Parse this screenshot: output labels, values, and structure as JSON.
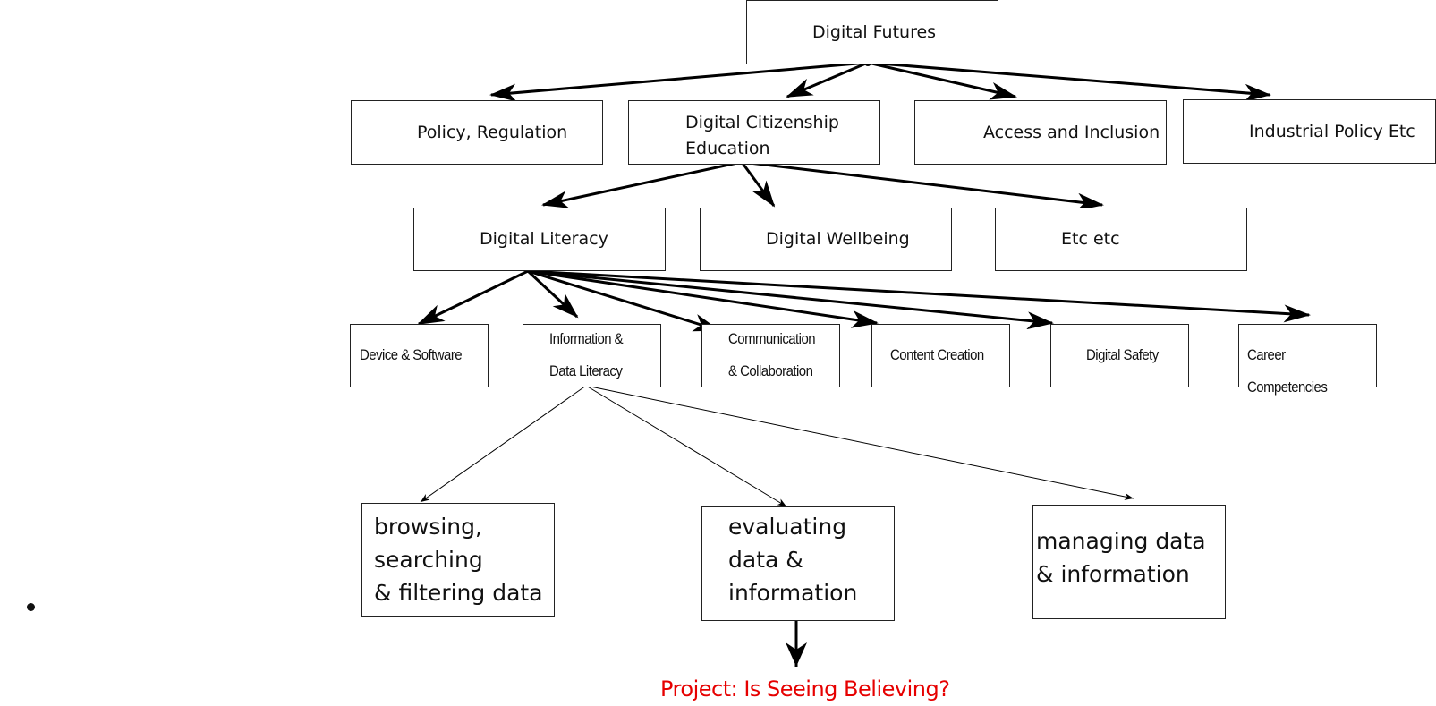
{
  "diagram": {
    "root": "Digital Futures",
    "level1": [
      "Policy, Regulation",
      "Digital Citizenship\nEducation",
      "Access and Inclusion",
      "Industrial Policy Etc"
    ],
    "level2": [
      "Digital Literacy",
      "Digital Wellbeing",
      "Etc etc"
    ],
    "level3": [
      "Device & Software",
      "Information &\nData Literacy",
      "Communication\n& Collaboration",
      "Content Creation",
      "Digital Safety",
      "Career Competencies"
    ],
    "level4": [
      "browsing,\nsearching\n& filtering data",
      "evaluating\ndata &\ninformation",
      "managing data\n& information"
    ],
    "project": "Project: Is Seeing Believing?"
  },
  "colors": {
    "project_text": "#e60000",
    "lines": "#000000"
  },
  "icons": {
    "bullet": "bullet-dot-icon"
  }
}
